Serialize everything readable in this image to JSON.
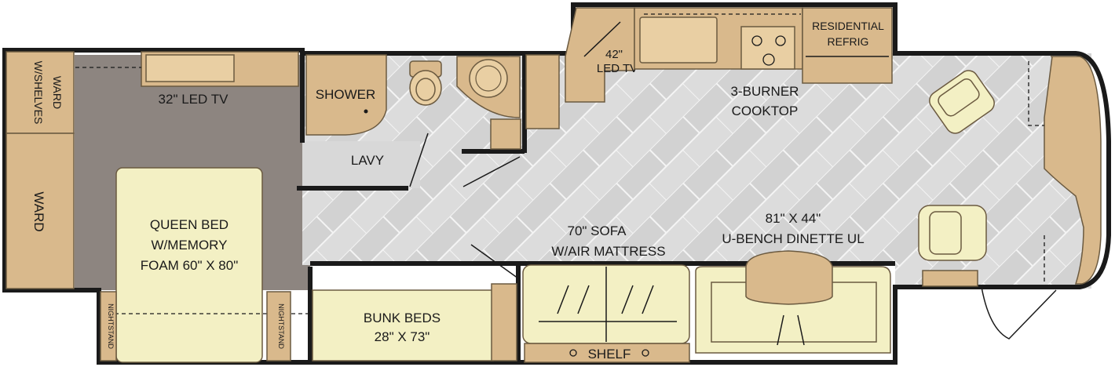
{
  "labels": {
    "ward_shelves_1": "WARD",
    "ward_shelves_2": "W/SHELVES",
    "ward": "WARD",
    "tv32": "32\" LED TV",
    "shower": "SHOWER",
    "lavy": "LAVY",
    "tv42_1": "42\"",
    "tv42_2": "LED TV",
    "refrig_1": "RESIDENTIAL",
    "refrig_2": "REFRIG",
    "cooktop_1": "3-BURNER",
    "cooktop_2": "COOKTOP",
    "bed_1": "QUEEN BED",
    "bed_2": "W/MEMORY",
    "bed_3": "FOAM 60\" X 80\"",
    "nightstand_left": "NIGHTSTAND",
    "nightstand_right": "NIGHTSTAND",
    "bunk_1": "BUNK BEDS",
    "bunk_2": "28\" X 73\"",
    "sofa_1": "70\" SOFA",
    "sofa_2": "W/AIR MATTRESS",
    "dinette_1": "81\" X 44\"",
    "dinette_2": "U-BENCH DINETTE UL",
    "shelf": "SHELF"
  },
  "colors": {
    "floor_tile": "#d8d8d8",
    "carpet": "#8d8580",
    "cabinet": "#d9b98c",
    "cream": "#f3f0c4",
    "wall": "#1a1a1a"
  }
}
